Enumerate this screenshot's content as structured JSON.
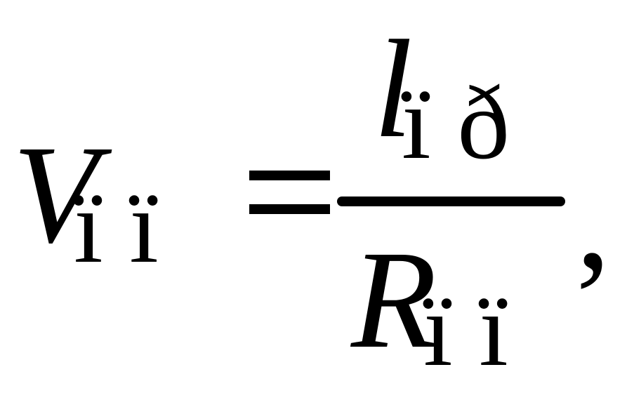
{
  "lhs": {
    "symbol": "V",
    "subscript": "ï ï"
  },
  "equals": "=",
  "fraction": {
    "numerator": {
      "symbol": "l",
      "subscript": "ï ð"
    },
    "denominator": {
      "symbol": "R",
      "subscript": "ï ï"
    }
  },
  "trailing": ","
}
